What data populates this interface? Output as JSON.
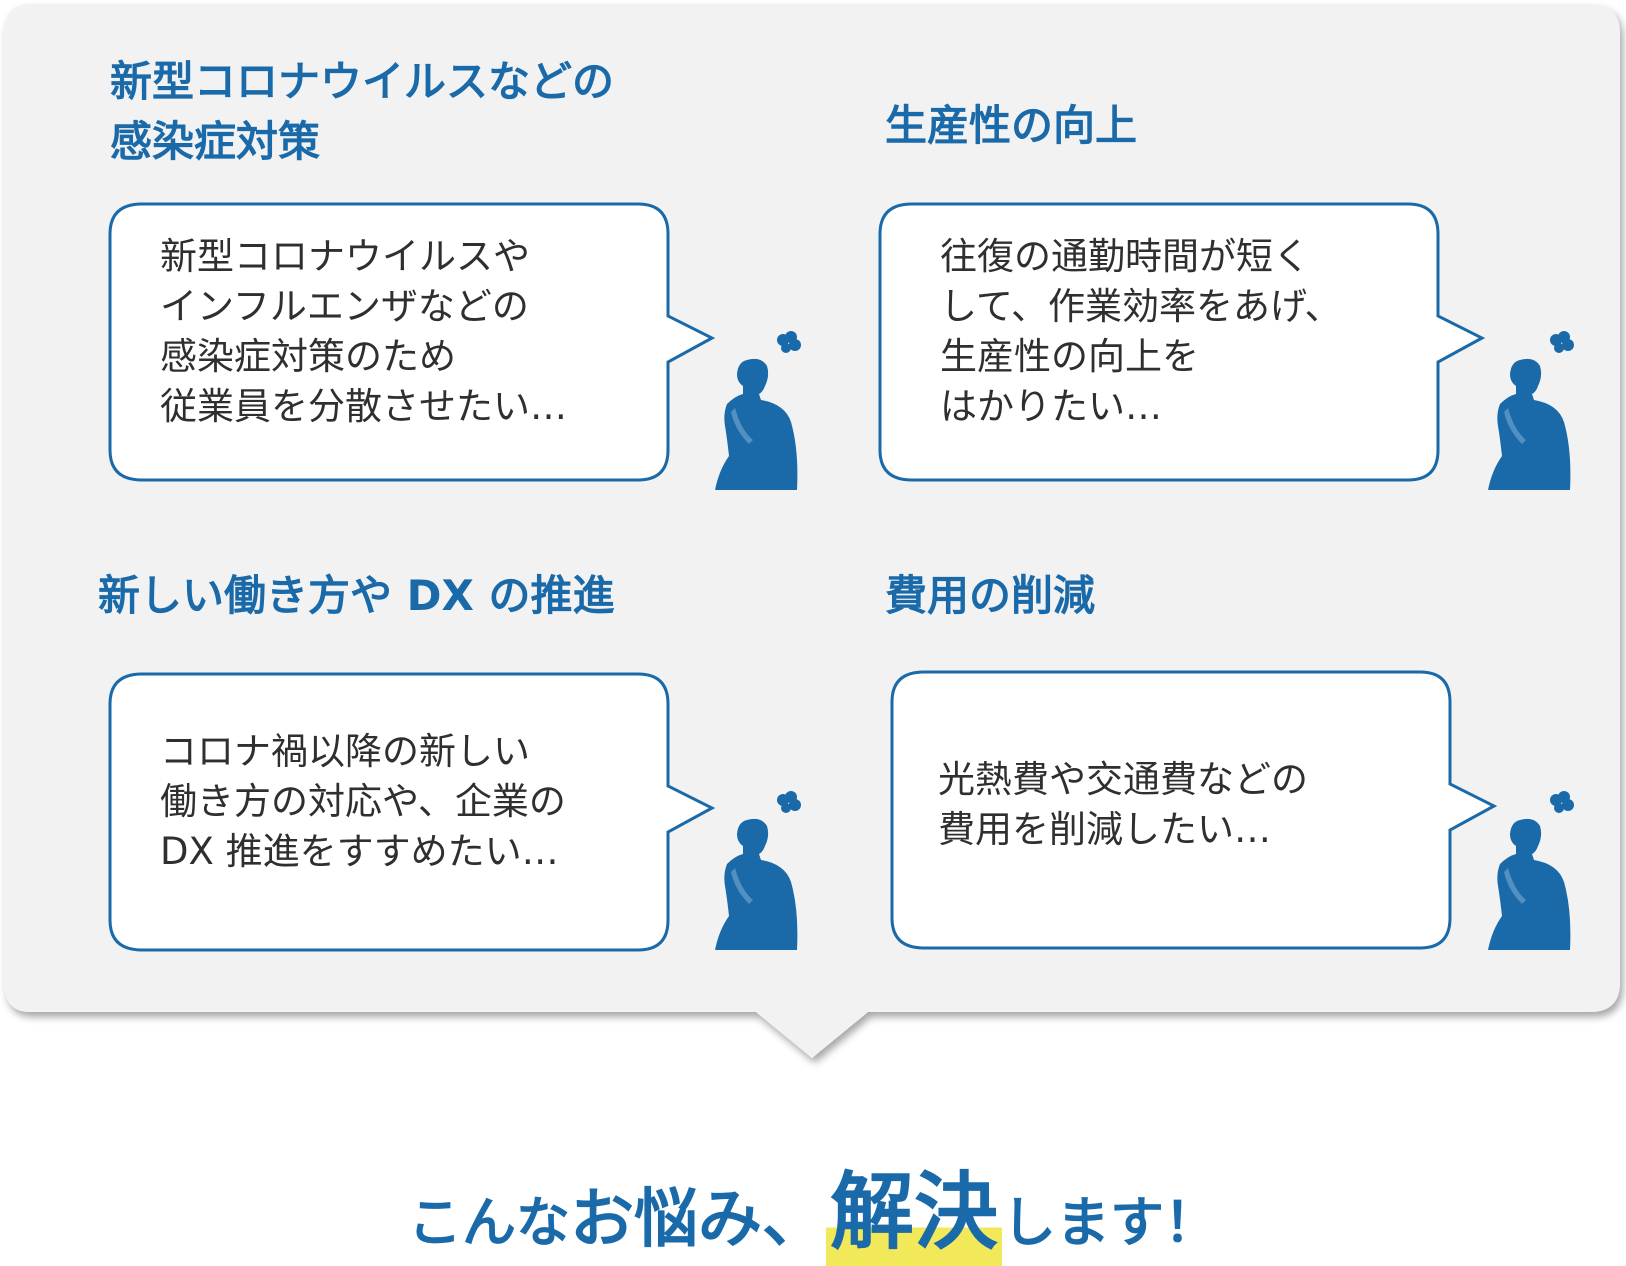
{
  "sections": [
    {
      "title_lines": [
        "新型コロナウイルスなどの",
        "感染症対策"
      ],
      "bubble_lines": [
        "新型コロナウイルスや",
        "インフルエンザなどの",
        "感染症対策のため",
        "従業員を分散させたい…"
      ]
    },
    {
      "title_lines": [
        "生産性の向上"
      ],
      "bubble_lines": [
        "往復の通勤時間が短く",
        "して、作業効率をあげ、",
        "生産性の向上を",
        "はかりたい…"
      ]
    },
    {
      "title_lines": [
        "新しい働き方や DX の推進"
      ],
      "bubble_lines": [
        "コロナ禍以降の新しい",
        "働き方の対応や、企業の",
        "DX 推進をすすめたい…"
      ]
    },
    {
      "title_lines": [
        "費用の削減"
      ],
      "bubble_lines": [
        "光熱費や交通費などの",
        "費用を削減したい…"
      ]
    }
  ],
  "footer": {
    "part1": "こんな",
    "part2": "お悩み、",
    "highlight": "解決",
    "part3": "します！"
  },
  "colors": {
    "accent": "#1a6aaa",
    "panel": "#f2f2f2",
    "bubble_border": "#1a6aaa",
    "highlight": "#f2e95a"
  },
  "icons": [
    "thinking-person-icon",
    "thought-cloud-icon"
  ]
}
